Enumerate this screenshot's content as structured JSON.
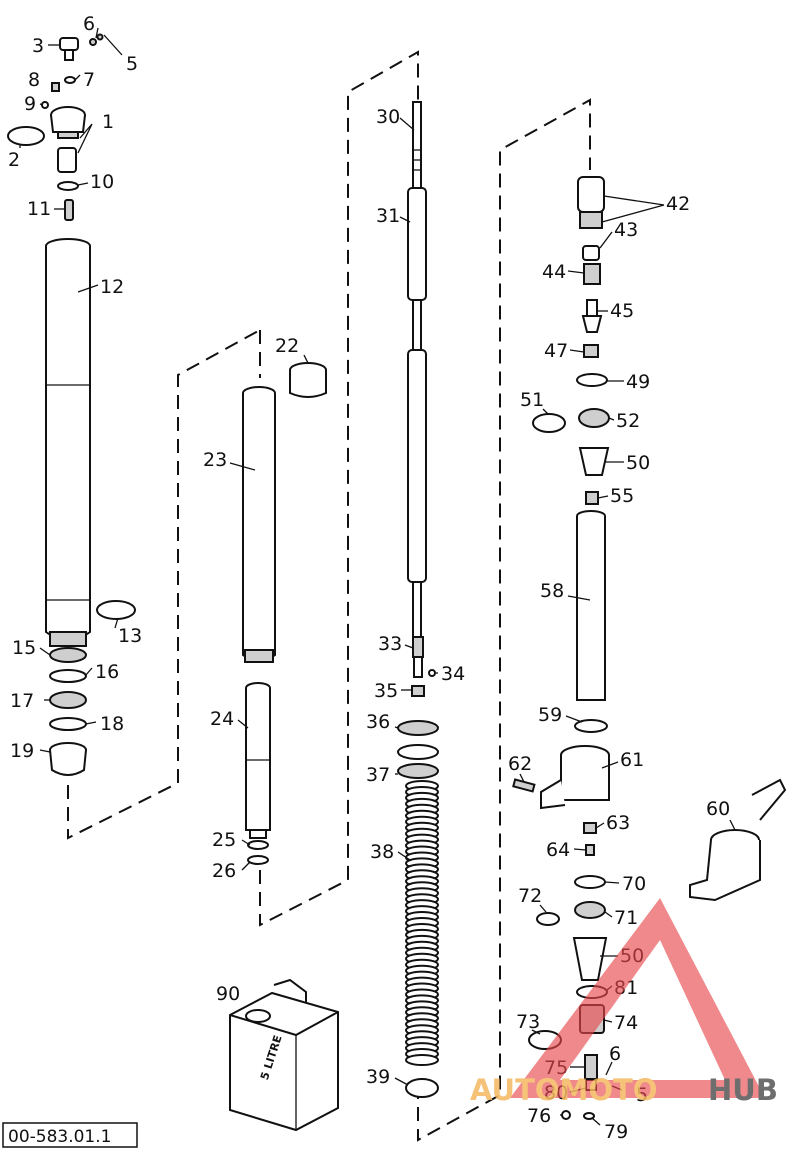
{
  "diagram": {
    "reference_code": "00-583.01.1",
    "can_label": "5 LITRE",
    "parts": [
      {
        "id": "p1",
        "number": "1"
      },
      {
        "id": "p2",
        "number": "2"
      },
      {
        "id": "p3",
        "number": "3"
      },
      {
        "id": "p5",
        "number": "5"
      },
      {
        "id": "p6",
        "number": "6"
      },
      {
        "id": "p7",
        "number": "7"
      },
      {
        "id": "p8",
        "number": "8"
      },
      {
        "id": "p9",
        "number": "9"
      },
      {
        "id": "p10",
        "number": "10"
      },
      {
        "id": "p11",
        "number": "11"
      },
      {
        "id": "p12",
        "number": "12"
      },
      {
        "id": "p13",
        "number": "13"
      },
      {
        "id": "p15",
        "number": "15"
      },
      {
        "id": "p16",
        "number": "16"
      },
      {
        "id": "p17",
        "number": "17"
      },
      {
        "id": "p18",
        "number": "18"
      },
      {
        "id": "p19",
        "number": "19"
      },
      {
        "id": "p22",
        "number": "22"
      },
      {
        "id": "p23",
        "number": "23"
      },
      {
        "id": "p24",
        "number": "24"
      },
      {
        "id": "p25",
        "number": "25"
      },
      {
        "id": "p26",
        "number": "26"
      },
      {
        "id": "p30",
        "number": "30"
      },
      {
        "id": "p31",
        "number": "31"
      },
      {
        "id": "p33",
        "number": "33"
      },
      {
        "id": "p34",
        "number": "34"
      },
      {
        "id": "p35",
        "number": "35"
      },
      {
        "id": "p36",
        "number": "36"
      },
      {
        "id": "p37",
        "number": "37"
      },
      {
        "id": "p38",
        "number": "38"
      },
      {
        "id": "p39",
        "number": "39"
      },
      {
        "id": "p42",
        "number": "42"
      },
      {
        "id": "p43",
        "number": "43"
      },
      {
        "id": "p44",
        "number": "44"
      },
      {
        "id": "p45",
        "number": "45"
      },
      {
        "id": "p47",
        "number": "47"
      },
      {
        "id": "p49",
        "number": "49"
      },
      {
        "id": "p50a",
        "number": "50"
      },
      {
        "id": "p51",
        "number": "51"
      },
      {
        "id": "p52",
        "number": "52"
      },
      {
        "id": "p55",
        "number": "55"
      },
      {
        "id": "p58",
        "number": "58"
      },
      {
        "id": "p59",
        "number": "59"
      },
      {
        "id": "p60",
        "number": "60"
      },
      {
        "id": "p61",
        "number": "61"
      },
      {
        "id": "p62",
        "number": "62"
      },
      {
        "id": "p63",
        "number": "63"
      },
      {
        "id": "p64",
        "number": "64"
      },
      {
        "id": "p70",
        "number": "70"
      },
      {
        "id": "p71",
        "number": "71"
      },
      {
        "id": "p72",
        "number": "72"
      },
      {
        "id": "p50b",
        "number": "50"
      },
      {
        "id": "p73",
        "number": "73"
      },
      {
        "id": "p74",
        "number": "74"
      },
      {
        "id": "p81",
        "number": "81"
      },
      {
        "id": "p75",
        "number": "75"
      },
      {
        "id": "p6b",
        "number": "6"
      },
      {
        "id": "p80",
        "number": "80"
      },
      {
        "id": "p5b",
        "number": "5"
      },
      {
        "id": "p76",
        "number": "76"
      },
      {
        "id": "p79",
        "number": "79"
      },
      {
        "id": "p90",
        "number": "90"
      }
    ]
  },
  "watermark": {
    "brand_part1": "AUTOMOTO",
    "brand_part2": "HUB",
    "color_primary": "#e8474a",
    "color_secondary": "#f4b860",
    "color_tertiary": "#555555"
  }
}
